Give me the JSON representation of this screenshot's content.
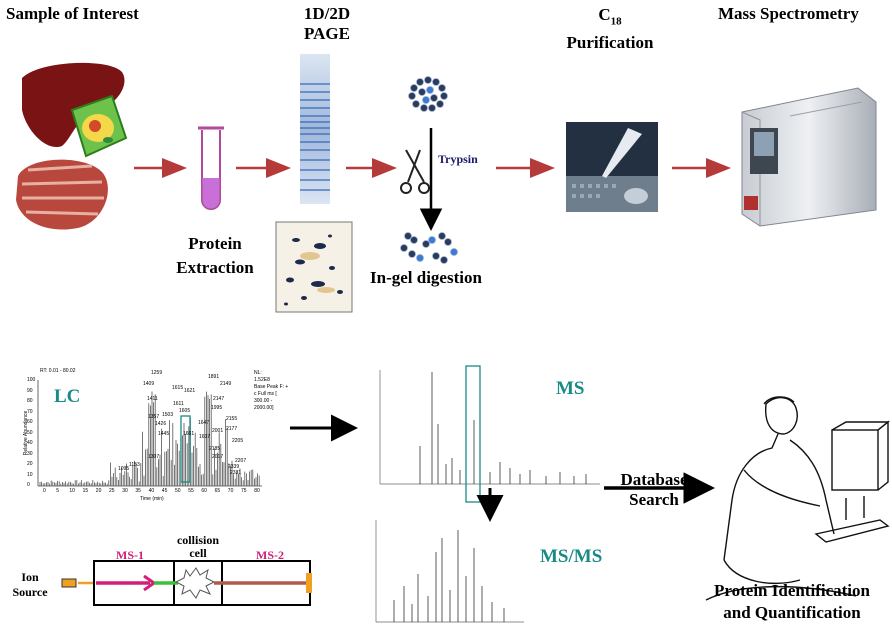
{
  "stages": {
    "sample": "Sample of Interest",
    "page_line1": "1D/2D",
    "page_line2": "PAGE",
    "c18_c": "C",
    "c18_sub": "18",
    "c18_line2": "Purification",
    "ms": "Mass Spectrometry"
  },
  "labels": {
    "protein_extraction_1": "Protein",
    "protein_extraction_2": "Extraction",
    "trypsin": "Trypsin",
    "ingel": "In-gel digestion",
    "lc": "LC",
    "ms": "MS",
    "msms": "MS/MS",
    "database_1": "Database",
    "database_2": "Search",
    "protein_id_1": "Protein Identification",
    "protein_id_2": "and Quantification",
    "collision_1": "collision",
    "collision_2": "cell",
    "ms1": "MS-1",
    "ms2": "MS-2",
    "ion_1": "Ion",
    "ion_2": "Source"
  },
  "lc_chart": {
    "rt_label": "RT: 0.01 - 80.02",
    "ylabel": "Relative Abundance",
    "xlabel": "Time (min)",
    "nl_lines": [
      "NL:",
      "1.52E8",
      "Base Peak F: +",
      "c Full ms [",
      "300.00 -",
      "2000.00]"
    ],
    "yticks": [
      "100",
      "90",
      "80",
      "70",
      "60",
      "50",
      "40",
      "30",
      "20",
      "10",
      "0"
    ],
    "xticks": [
      "0",
      "5",
      "10",
      "15",
      "20",
      "25",
      "30",
      "35",
      "40",
      "45",
      "50",
      "55",
      "60",
      "65",
      "70",
      "75",
      "80"
    ],
    "peak_labels": [
      "1259",
      "1409",
      "1615",
      "1621",
      "1891",
      "2149",
      "1411",
      "2147",
      "1611",
      "1995",
      "1357",
      "1503",
      "1605",
      "1426",
      "1647",
      "2155",
      "1445",
      "1661",
      "1637",
      "2001",
      "2177",
      "2205",
      "1307",
      "2185",
      "1153",
      "2017",
      "1095",
      "2207",
      "2339",
      "2331"
    ]
  },
  "colors": {
    "arrow": "#b53a3a",
    "teal": "#1a8a86",
    "magenta": "#d0207a",
    "green": "#3ac03a",
    "brown": "#b05a4a",
    "orange": "#f0a020"
  }
}
